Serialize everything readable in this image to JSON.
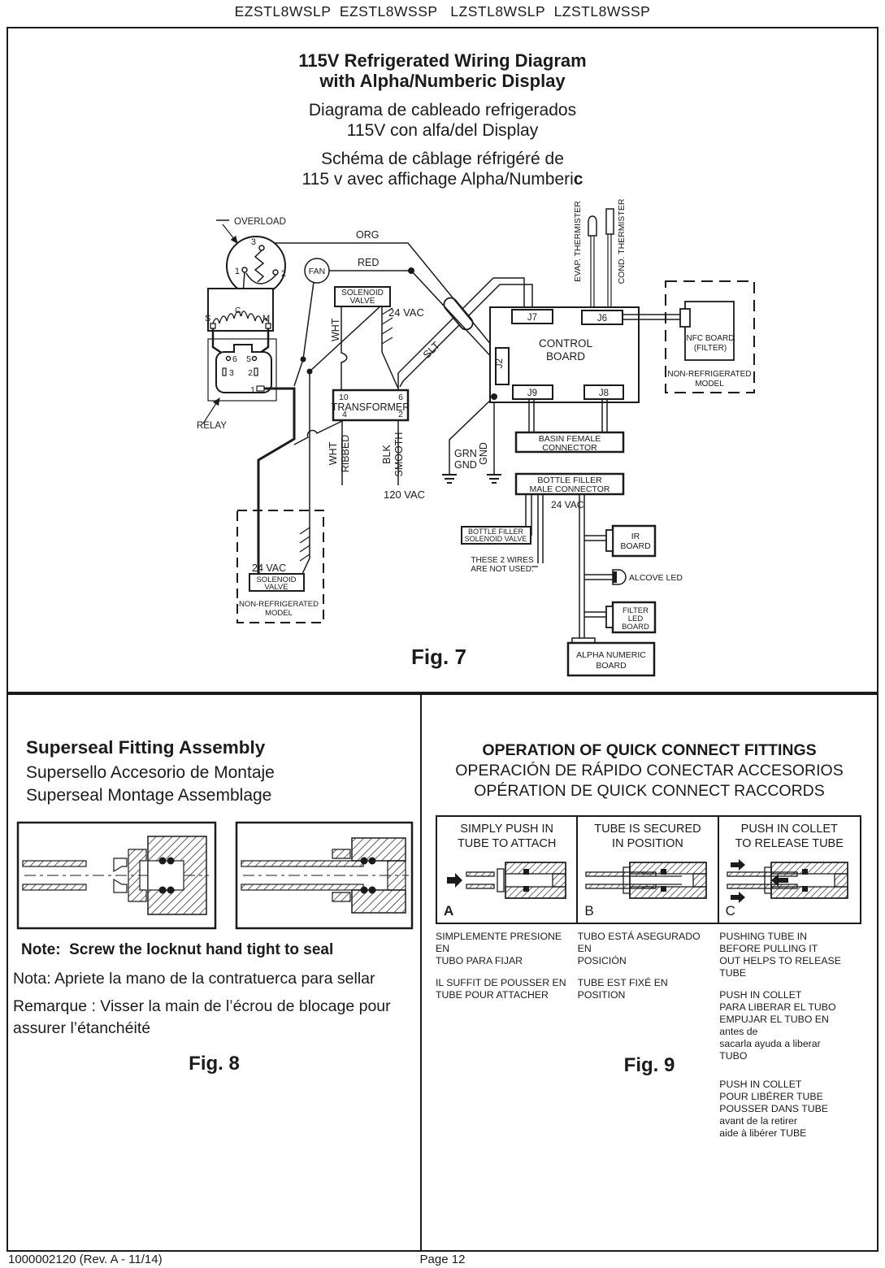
{
  "colors": {
    "ink": "#1b1b1b",
    "paper": "#ffffff"
  },
  "page": {
    "header_models": "EZSTL8WSLP  EZSTL8WSSP   LZSTL8WSLP  LZSTL8WSSP",
    "footer_left": "1000002120 (Rev. A - 11/14)",
    "footer_center": "Page 12"
  },
  "wiring": {
    "title_en_l1": "115V Refrigerated Wiring Diagram",
    "title_en_l2": "with Alpha/Numberic Display",
    "title_es_l1": "Diagrama de cableado refrigerados",
    "title_es_l2": "115V con alfa/del Display",
    "title_fr_l1": "Schéma de câblage réfrigéré de",
    "title_fr_l2": "115 v avec affichage Alpha/Numberi",
    "title_fr_l2_bold": "c",
    "fig": "Fig. 7",
    "overload": "OVERLOAD",
    "fan": "FAN",
    "org": "ORG",
    "red": "RED",
    "wht": "WHT",
    "slt": "SLT",
    "vac24": "24 VAC",
    "vac120": "120 VAC",
    "solenoid_l1": "SOLENOID",
    "solenoid_l2": "VALVE",
    "motor_s": "S",
    "motor_c": "C",
    "motor_m": "M",
    "relay": "RELAY",
    "d1": "1",
    "d2": "2",
    "d3": "3",
    "d4": "4",
    "d5": "5",
    "d6": "6",
    "d10": "10",
    "transformer": "TRANSFORMER",
    "wht_ribbed_l1": "WHT",
    "wht_ribbed_l2": "RIBBED",
    "blk_l1": "BLK",
    "blk_l2": "SMOOTH",
    "grn_l1": "GRN",
    "grn_l2": "GND",
    "gnd": "GND",
    "control_l1": "CONTROL",
    "control_l2": "BOARD",
    "j7": "J7",
    "j6": "J6",
    "j2": "J2",
    "j9": "J9",
    "j8": "J8",
    "evap": "EVAP. THERMISTER",
    "cond": "COND. THERMISTER",
    "nfc_l1": "NFC BOARD",
    "nfc_l2": "(FILTER)",
    "nonrefrig_l1": "NON-REFRIGERATED",
    "nonrefrig_l2": "MODEL",
    "basin_l1": "BASIN FEMALE",
    "basin_l2": "CONNECTOR",
    "bottle_l1": "BOTTLE FILLER",
    "bottle_l2": "MALE CONNECTOR",
    "bfsv_l1": "BOTTLE FILLER",
    "bfsv_l2": "SOLENOID VALVE",
    "unused_l1": "THESE 2 WIRES",
    "unused_l2": "ARE NOT USED.",
    "ir_l1": "IR",
    "ir_l2": "BOARD",
    "alcove": "ALCOVE LED",
    "filter_l1": "FILTER",
    "filter_l2": "LED",
    "filter_l3": "BOARD",
    "alpha_l1": "ALPHA NUMERIC",
    "alpha_l2": "BOARD"
  },
  "superseal": {
    "title": "Superseal Fitting Assembly",
    "title_es": "Supersello Accesorio de Montaje",
    "title_fr": "Superseal Montage Assemblage",
    "note": "Note:  Screw the locknut hand tight to seal",
    "note_es": "Nota: Apriete la mano de la contratuerca para sellar",
    "note_fr": "Remarque : Visser la main de l’écrou de blocage pour assurer l’étanchéité",
    "fig": "Fig. 8"
  },
  "quick_connect": {
    "title_en": "OPERATION OF QUICK CONNECT FITTINGS",
    "title_es": "OPERACIÓN DE RÁPIDO CONECTAR ACCESORIOS",
    "title_fr": "OPÉRATION DE QUICK CONNECT RACCORDS",
    "fig": "Fig. 9",
    "columns": [
      {
        "header": "SIMPLY PUSH IN\nTUBE TO ATTACH",
        "letter": "A",
        "cap1": "SIMPLEMENTE PRESIONE EN\nTUBO PARA FIJAR",
        "cap2": "IL SUFFIT DE POUSSER EN\nTUBE POUR ATTACHER"
      },
      {
        "header": "TUBE IS SECURED\nIN POSITION",
        "letter": "B",
        "cap1": "TUBO ESTÁ ASEGURADO EN\nPOSICIÓN",
        "cap2": "TUBE EST FIXÉ EN POSITION"
      },
      {
        "header": "PUSH IN COLLET\nTO RELEASE TUBE",
        "letter": "C",
        "cap1": "PUSHING TUBE IN BEFORE PULLING IT\nOUT HELPS TO RELEASE TUBE",
        "cap2": "PUSH IN COLLET\nPARA LIBERAR EL TUBO\nEMPUJAR EL TUBO EN antes de\nsacarla ayuda a liberar TUBO",
        "cap3": "PUSH IN COLLET\nPOUR LIBÉRER TUBE\nPOUSSER DANS TUBE avant de la retirer\naide à libérer TUBE"
      }
    ]
  }
}
